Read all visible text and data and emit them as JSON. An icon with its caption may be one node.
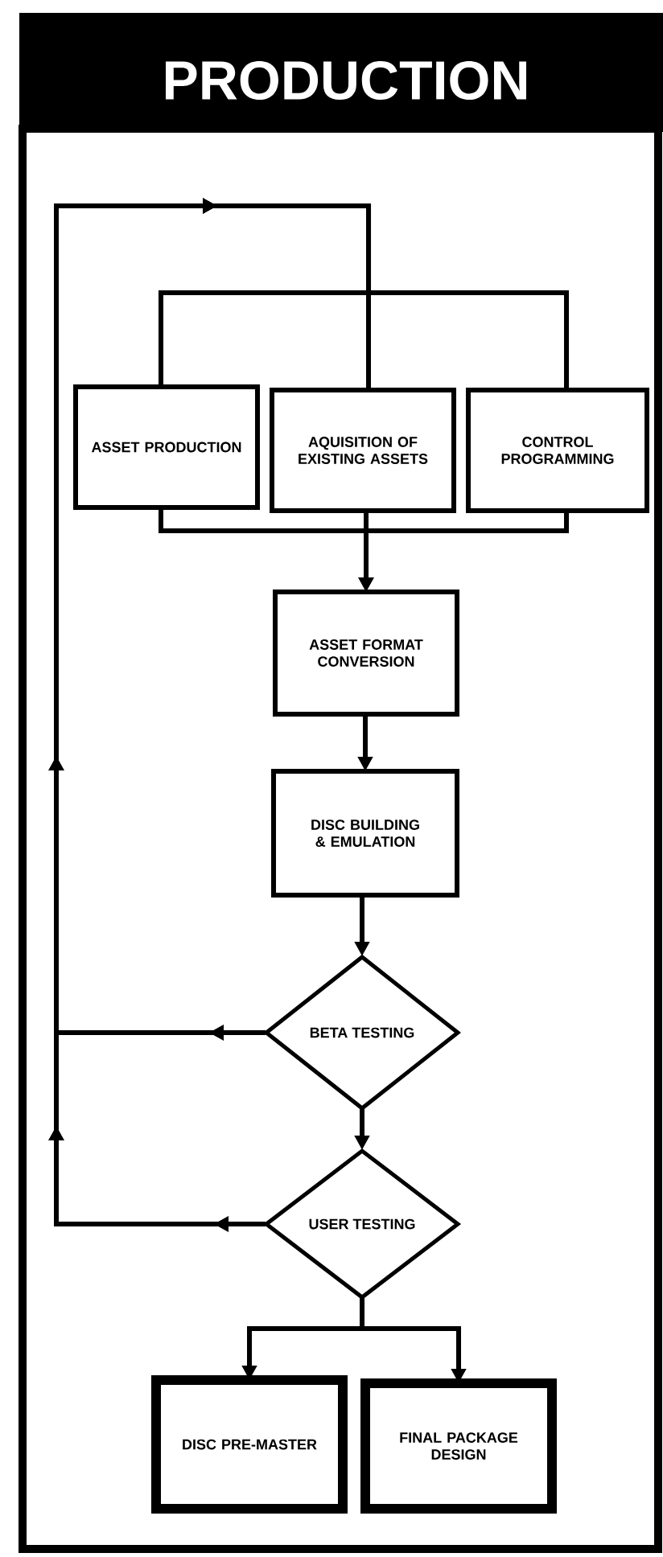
{
  "diagram": {
    "title": "PRODUCTION",
    "nodes": [
      {
        "text": [
          "ASSET PRODUCTION"
        ]
      },
      {
        "text": [
          "AQUISITION OF EXISTING ASSETS"
        ]
      },
      {
        "text": [
          "CONTROL PROGRAMMING"
        ]
      },
      {
        "text": [
          "ASSET FORMAT CONVERSION"
        ]
      },
      {
        "text": [
          "DISC BUILDING & EMULATION"
        ]
      },
      {
        "text": [
          "BETA TESTING"
        ]
      },
      {
        "text": [
          "USER TESTING"
        ]
      },
      {
        "text": [
          "DISC PRE-MASTER"
        ]
      },
      {
        "text": [
          "FINAL PACKAGE DESIGN"
        ]
      }
    ],
    "edges": [
      {
        "from": 0,
        "to": 3,
        "arrow": "to"
      },
      {
        "from": 1,
        "to": 3,
        "arrow": "to"
      },
      {
        "from": 2,
        "to": 3,
        "arrow": "to"
      },
      {
        "from": 3,
        "to": 4,
        "arrow": "to"
      },
      {
        "from": 4,
        "to": 5,
        "arrow": "to"
      },
      {
        "from": 5,
        "to": 6,
        "arrow": "to"
      },
      {
        "from": 6,
        "to": 7,
        "arrow": "to"
      },
      {
        "from": 6,
        "to": 8,
        "arrow": "to"
      },
      {
        "from": 5,
        "to": 0,
        "arrow": "to"
      },
      {
        "from": 5,
        "to": 1,
        "arrow": "to"
      },
      {
        "from": 5,
        "to": 2,
        "arrow": "to"
      },
      {
        "from": 6,
        "to": 0,
        "arrow": "to"
      },
      {
        "from": 6,
        "to": 1,
        "arrow": "to"
      },
      {
        "from": 6,
        "to": 2,
        "arrow": "to"
      }
    ]
  }
}
